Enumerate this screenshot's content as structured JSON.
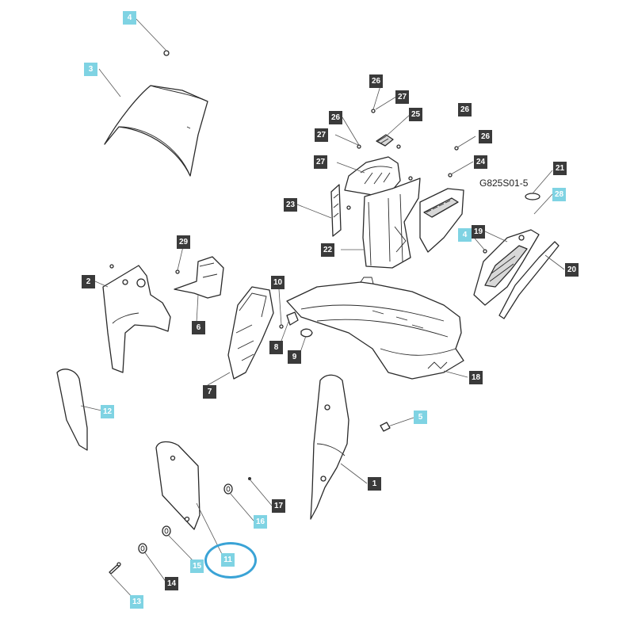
{
  "diagram_code": "G825S01-5",
  "callouts": [
    {
      "label": "4",
      "style": "blue"
    },
    {
      "label": "3",
      "style": "blue"
    },
    {
      "label": "26",
      "style": "dark"
    },
    {
      "label": "27",
      "style": "dark"
    },
    {
      "label": "25",
      "style": "dark"
    },
    {
      "label": "26",
      "style": "dark"
    },
    {
      "label": "26",
      "style": "dark"
    },
    {
      "label": "27",
      "style": "dark"
    },
    {
      "label": "26",
      "style": "dark"
    },
    {
      "label": "27",
      "style": "dark"
    },
    {
      "label": "24",
      "style": "dark"
    },
    {
      "label": "21",
      "style": "dark"
    },
    {
      "label": "28",
      "style": "blue"
    },
    {
      "label": "23",
      "style": "dark"
    },
    {
      "label": "4",
      "style": "blue"
    },
    {
      "label": "19",
      "style": "dark"
    },
    {
      "label": "22",
      "style": "dark"
    },
    {
      "label": "29",
      "style": "dark"
    },
    {
      "label": "20",
      "style": "dark"
    },
    {
      "label": "2",
      "style": "dark"
    },
    {
      "label": "10",
      "style": "dark"
    },
    {
      "label": "6",
      "style": "dark"
    },
    {
      "label": "8",
      "style": "dark"
    },
    {
      "label": "9",
      "style": "dark"
    },
    {
      "label": "18",
      "style": "dark"
    },
    {
      "label": "7",
      "style": "dark"
    },
    {
      "label": "12",
      "style": "blue"
    },
    {
      "label": "5",
      "style": "blue"
    },
    {
      "label": "1",
      "style": "dark"
    },
    {
      "label": "17",
      "style": "dark"
    },
    {
      "label": "16",
      "style": "blue"
    },
    {
      "label": "15",
      "style": "blue"
    },
    {
      "label": "11",
      "style": "blue"
    },
    {
      "label": "14",
      "style": "dark"
    },
    {
      "label": "13",
      "style": "blue"
    }
  ],
  "highlight": {
    "target_label": "11",
    "color": "#3aa3d6"
  },
  "colors": {
    "dark_callout": "#3a3a3a",
    "blue_callout": "#7fd3e3"
  }
}
